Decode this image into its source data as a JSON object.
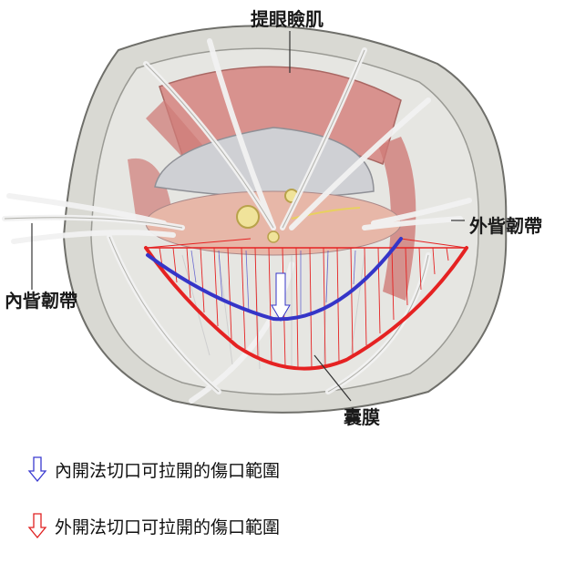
{
  "labels": {
    "levator": "提眼瞼肌",
    "medial_ligament": "內眥韌帶",
    "lateral_ligament": "外眥韌帶",
    "capsule": "囊膜"
  },
  "legend": [
    {
      "text": "內開法切口可拉開的傷口範圍",
      "color": "#3a3ad0"
    },
    {
      "text": "外開法切口可拉開的傷口範圍",
      "color": "#e02020"
    }
  ],
  "colors": {
    "muscle": "#d78a86",
    "fascia": "#ebebeb",
    "bone": "#d8d8d2",
    "outline": "#8a8a84",
    "blue_curve": "#3535c8",
    "red_curve": "#e52222"
  }
}
